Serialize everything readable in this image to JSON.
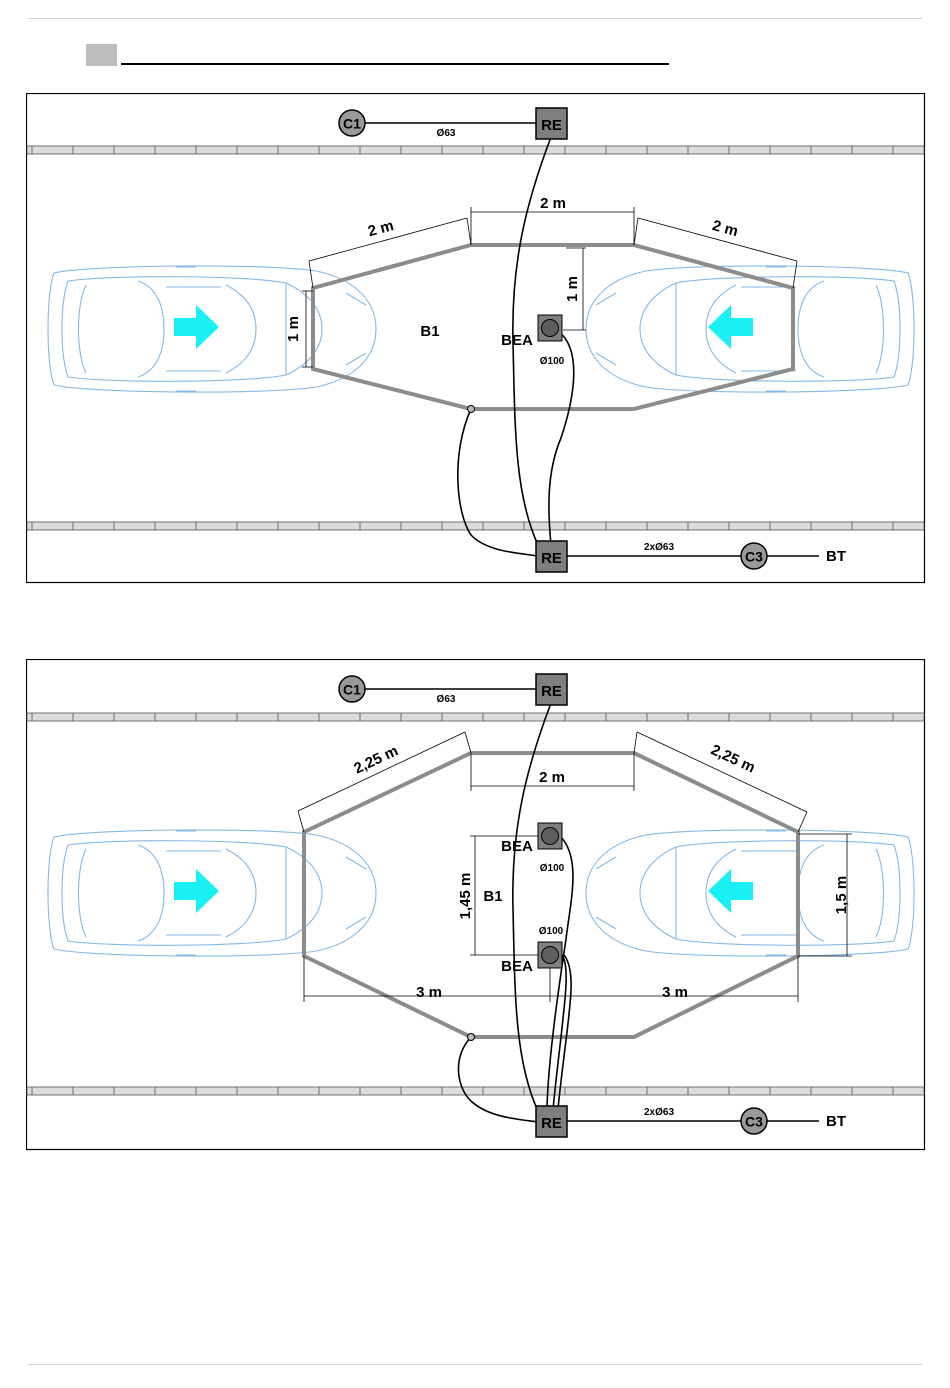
{
  "colors": {
    "loop": "#8c8c8c",
    "car": "#86b9e4",
    "arrow": "#19f0f4",
    "box_fill": "#7f7f7f",
    "circle_fill": "#999999"
  },
  "diagram1": {
    "c1": "C1",
    "c1_cable": "Ø63",
    "re_top": "RE",
    "re_bottom": "RE",
    "dim_top_left": "2 m",
    "dim_top_mid": "2 m",
    "dim_top_right": "2 m",
    "dim_left": "1 m",
    "dim_inner": "1 m",
    "loop_label": "B1",
    "bea_label": "BEA",
    "bea_cable": "Ø100",
    "bottom_cable": "2xØ63",
    "c3": "C3",
    "bt": "BT"
  },
  "diagram2": {
    "c1": "C1",
    "c1_cable": "Ø63",
    "re_top": "RE",
    "re_bottom": "RE",
    "dim_top_left": "2,25 m",
    "dim_top_mid": "2 m",
    "dim_top_right": "2,25 m",
    "dim_inner": "1,45 m",
    "dim_right": "1,5 m",
    "dim_bottom_left": "3 m",
    "dim_bottom_right": "3 m",
    "loop_label": "B1",
    "bea_top_label": "BEA",
    "bea_top_cable": "Ø100",
    "bea_bottom_label": "BEA",
    "bea_bottom_cable": "Ø100",
    "bottom_cable": "2xØ63",
    "c3": "C3",
    "bt": "BT"
  }
}
